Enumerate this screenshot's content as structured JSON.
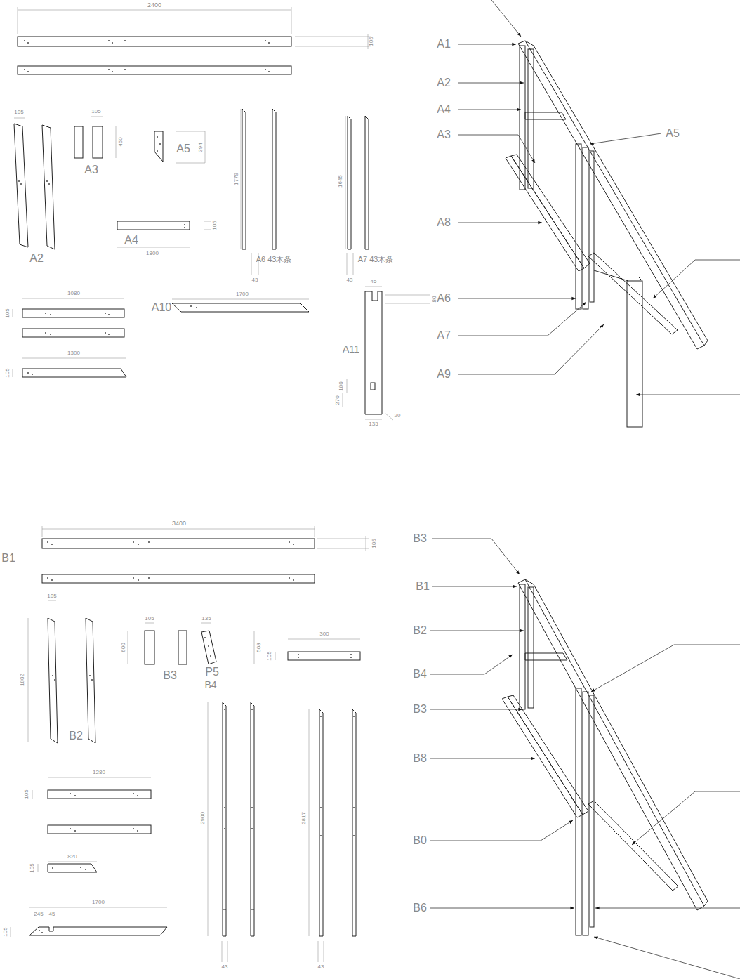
{
  "diagram": {
    "labels": [
      "2400",
      "105",
      "105",
      "A2",
      "105",
      "450",
      "A3",
      "A5",
      "394",
      "105",
      "A4",
      "1800",
      "1779",
      "A6 43木条",
      "43",
      "1645",
      "A7 43木条",
      "43",
      "1080",
      "105",
      "1300",
      "105",
      "A10",
      "1700",
      "45",
      "80",
      "A11",
      "180",
      "270",
      "135",
      "20",
      "A1",
      "A2",
      "A4",
      "A3",
      "A5",
      "A8",
      "A6",
      "A7",
      "A9",
      "3400",
      "105",
      "B1",
      "105",
      "1802",
      "B2",
      "105",
      "600",
      "B3",
      "135",
      "P5",
      "B4",
      "508",
      "300",
      "105",
      "1280",
      "105",
      "820",
      "105",
      "1700",
      "245",
      "45",
      "105",
      "2900",
      "2817",
      "43",
      "43",
      "B3",
      "B1",
      "B2",
      "B4",
      "B3",
      "B8",
      "B0",
      "B6"
    ]
  }
}
